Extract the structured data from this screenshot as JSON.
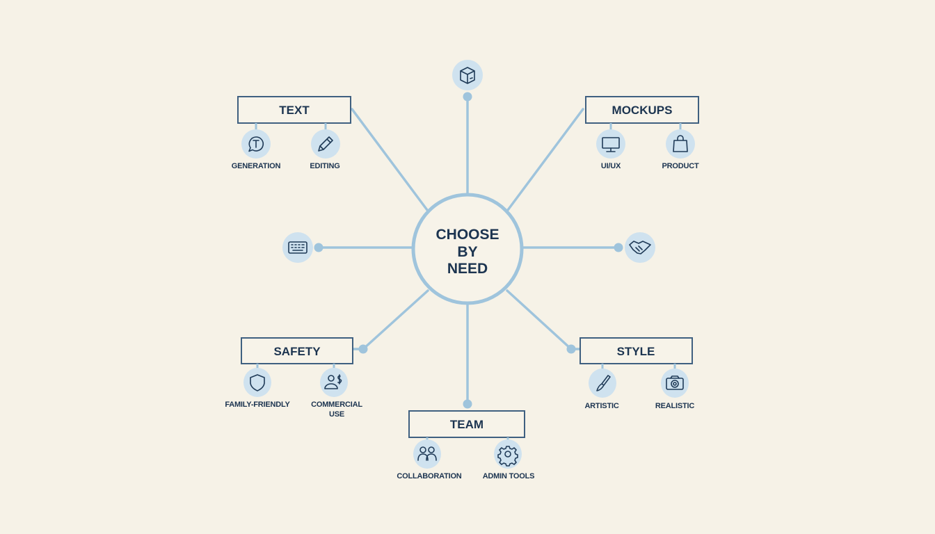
{
  "center": {
    "line1": "CHOOSE",
    "line2": "BY",
    "line3": "NEED"
  },
  "colors": {
    "background": "#f6f2e7",
    "connector": "#9fc4dc",
    "icon_fill": "#cfe2ef",
    "text": "#1c3450",
    "box_border": "#3f6080"
  },
  "branches": {
    "text": {
      "label": "TEXT",
      "items": [
        {
          "label": "GENERATION",
          "icon": "speech-bubble-t-icon"
        },
        {
          "label": "EDITING",
          "icon": "pencil-icon"
        }
      ]
    },
    "mockups": {
      "label": "MOCKUPS",
      "items": [
        {
          "label": "UI/UX",
          "icon": "monitor-icon"
        },
        {
          "label": "PRODUCT",
          "icon": "shopping-bag-icon"
        }
      ]
    },
    "safety": {
      "label": "SAFETY",
      "items": [
        {
          "label": "FAMILY-FRIENDLY",
          "icon": "shield-icon"
        },
        {
          "label_line1": "COMMERCIAL",
          "label_line2": "USE",
          "icon": "user-dollar-icon"
        }
      ]
    },
    "style": {
      "label": "STYLE",
      "items": [
        {
          "label": "ARTISTIC",
          "icon": "paintbrush-icon"
        },
        {
          "label": "REALISTIC",
          "icon": "camera-icon"
        }
      ]
    },
    "team": {
      "label": "TEAM",
      "items": [
        {
          "label": "COLLABORATION",
          "icon": "users-icon"
        },
        {
          "label": "ADMIN TOOLS",
          "icon": "gear-icon"
        }
      ]
    }
  },
  "standalone_icons": [
    "box-icon",
    "keyboard-icon",
    "handshake-icon"
  ]
}
